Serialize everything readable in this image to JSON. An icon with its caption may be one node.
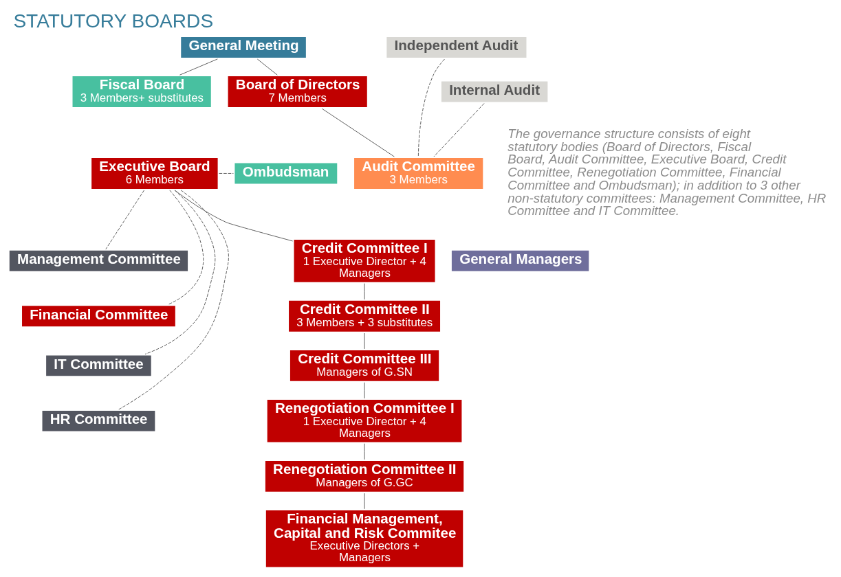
{
  "diagram": {
    "title": "STATUTORY BOARDS",
    "caption": "The governance structure consists of eight statutory bodies (Board of Directors, Fiscal Board, Audit Committee, Executive Board, Credit Committee, Renegotiation Committee, Financial Committee and Ombudsman); in addition to 3 other non-statutory committees: Management Committee, HR Committee and IT Committee.",
    "nodes": [
      {
        "text": [
          "General Meeting"
        ]
      },
      {
        "text": [
          "Fiscal Board",
          "3 Members+ substitutes"
        ]
      },
      {
        "text": [
          "Board of Directors",
          "7 Members"
        ]
      },
      {
        "text": [
          "Independent Audit"
        ]
      },
      {
        "text": [
          "Internal Audit"
        ]
      },
      {
        "text": [
          "Audit Committee",
          "3 Members"
        ]
      },
      {
        "text": [
          "Executive Board",
          "6 Members"
        ]
      },
      {
        "text": [
          "Ombudsman"
        ]
      },
      {
        "text": [
          "Management Committee"
        ]
      },
      {
        "text": [
          "Financial Committee"
        ]
      },
      {
        "text": [
          "IT Committee"
        ]
      },
      {
        "text": [
          "HR Committee"
        ]
      },
      {
        "text": [
          "General Managers"
        ]
      },
      {
        "text": [
          "Credit Committee I",
          "1 Executive Director + 4 Managers"
        ]
      },
      {
        "text": [
          "Credit Committee II",
          "3 Members + 3 substitutes"
        ]
      },
      {
        "text": [
          "Credit Committee III",
          "Managers of G.SN"
        ]
      },
      {
        "text": [
          "Renegotiation Committee I",
          "1 Executive Director + 4 Managers"
        ]
      },
      {
        "text": [
          "Renegotiation Committee II",
          "Managers of G.GC"
        ]
      },
      {
        "text": [
          "Financial Management, Capital and Risk Commitee",
          "Executive Directors + Managers"
        ]
      }
    ],
    "edges": [
      {
        "from": 0,
        "to": 1,
        "arrow": "none"
      },
      {
        "from": 0,
        "to": 2,
        "arrow": "none"
      },
      {
        "from": 2,
        "to": 5,
        "arrow": "none"
      },
      {
        "from": 3,
        "to": 5,
        "arrow": "none",
        "style": "dashed"
      },
      {
        "from": 4,
        "to": 5,
        "arrow": "none",
        "style": "dashed"
      },
      {
        "from": 6,
        "to": 7,
        "arrow": "none",
        "style": "dashed"
      },
      {
        "from": 6,
        "to": 8,
        "arrow": "none",
        "style": "dashed"
      },
      {
        "from": 6,
        "to": 9,
        "arrow": "none",
        "style": "dashed"
      },
      {
        "from": 6,
        "to": 10,
        "arrow": "none",
        "style": "dashed"
      },
      {
        "from": 6,
        "to": 11,
        "arrow": "none",
        "style": "dashed"
      },
      {
        "from": 6,
        "to": 13,
        "arrow": "none"
      },
      {
        "from": 13,
        "to": 14,
        "arrow": "none"
      },
      {
        "from": 14,
        "to": 15,
        "arrow": "none"
      },
      {
        "from": 15,
        "to": 16,
        "arrow": "none"
      },
      {
        "from": 16,
        "to": 17,
        "arrow": "none"
      },
      {
        "from": 17,
        "to": 18,
        "arrow": "none"
      }
    ]
  }
}
